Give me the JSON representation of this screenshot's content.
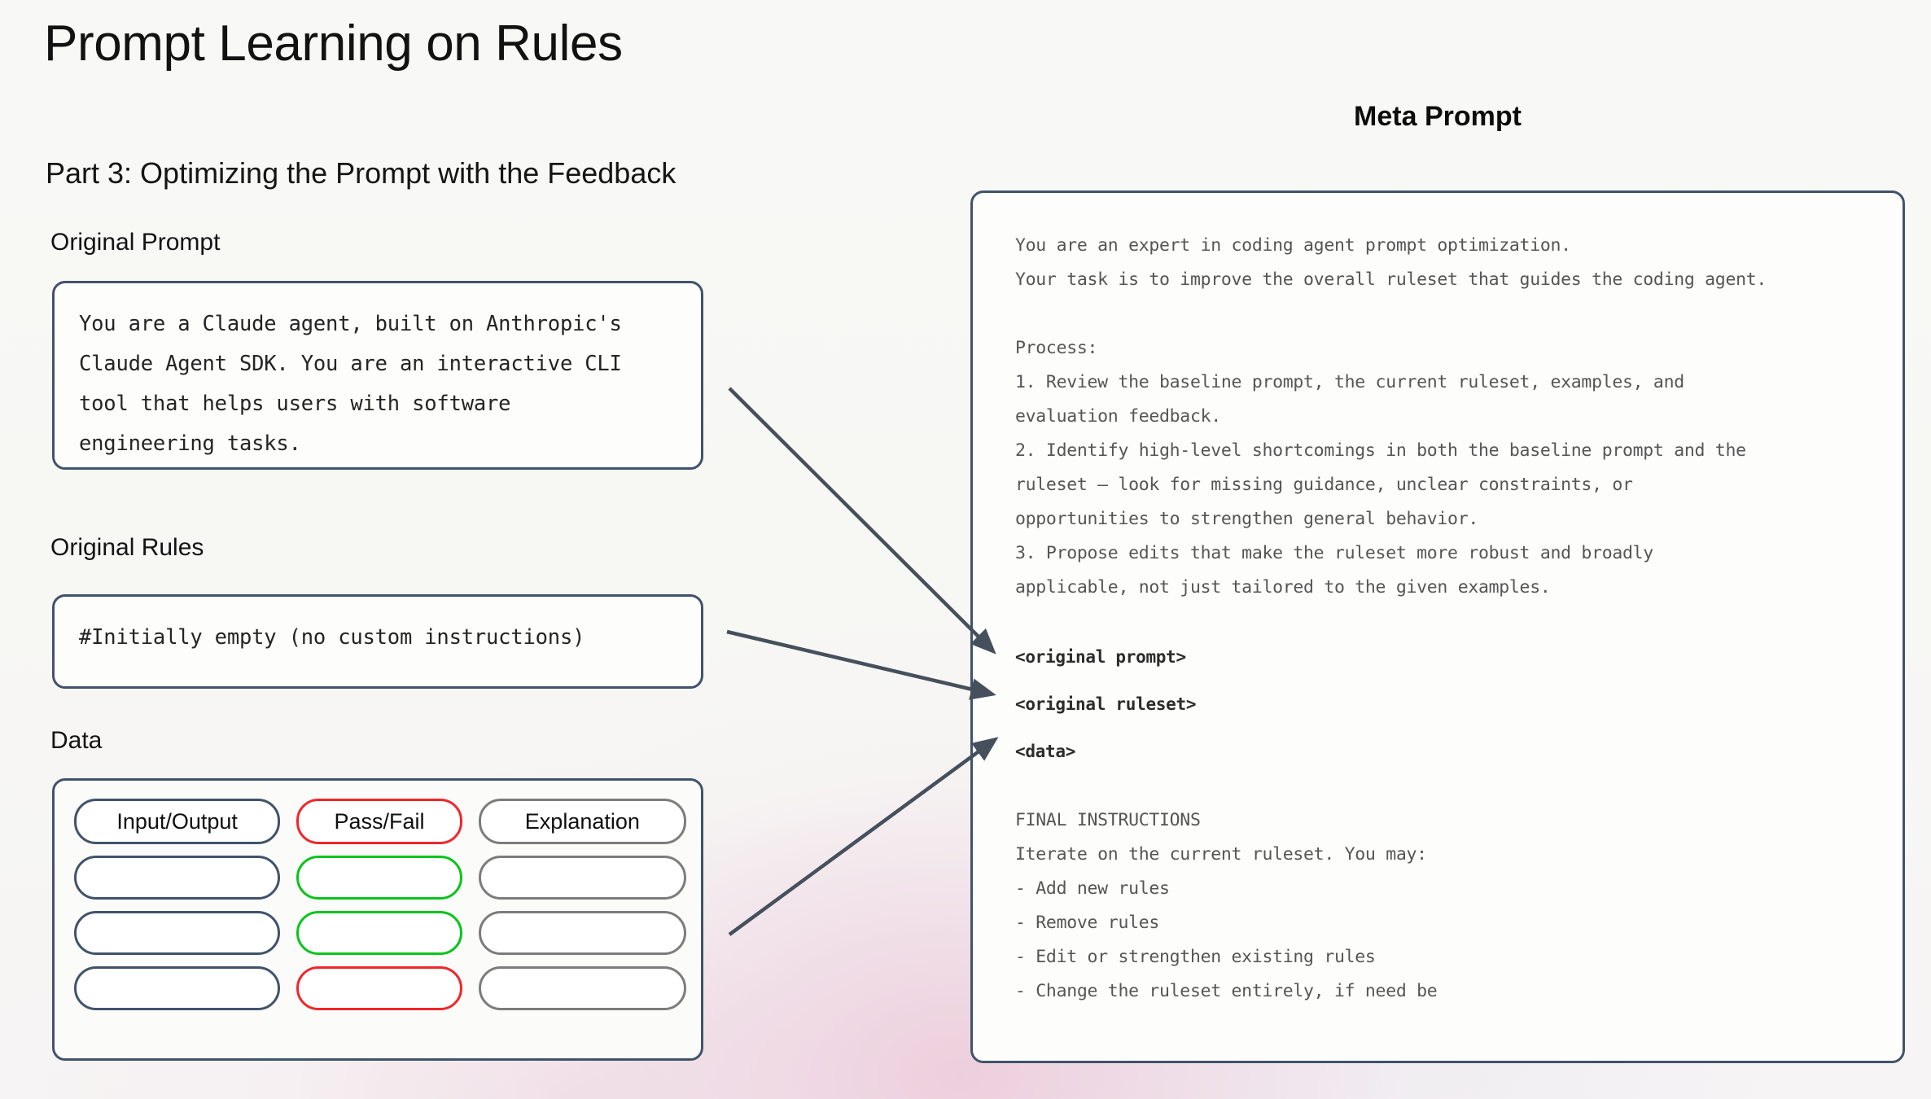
{
  "page": {
    "title": "Prompt Learning on Rules",
    "subtitle": "Part 3: Optimizing the Prompt with the Feedback"
  },
  "left_column": {
    "original_prompt": {
      "label": "Original Prompt",
      "text": "You are a Claude agent, built on Anthropic's\nClaude Agent SDK. You are an interactive CLI\ntool that helps users with software\nengineering tasks."
    },
    "original_rules": {
      "label": "Original Rules",
      "text": "#Initially empty (no custom instructions)"
    },
    "data": {
      "label": "Data",
      "columns": [
        "Input/Output",
        "Pass/Fail",
        "Explanation"
      ],
      "header_border_colors": [
        "#41536b",
        "#f0262a",
        "#7c7c7c"
      ],
      "rows": [
        {
          "cells": [
            "",
            "",
            ""
          ],
          "border_colors": [
            "#41536b",
            "#09c41c",
            "#7c7c7c"
          ]
        },
        {
          "cells": [
            "",
            "",
            ""
          ],
          "border_colors": [
            "#41536b",
            "#09c41c",
            "#7c7c7c"
          ]
        },
        {
          "cells": [
            "",
            "",
            ""
          ],
          "border_colors": [
            "#41536b",
            "#f0262a",
            "#7c7c7c"
          ]
        }
      ]
    }
  },
  "meta_prompt": {
    "title": "Meta Prompt",
    "lines": [
      "You are an expert in coding agent prompt optimization.",
      "Your task is to improve the overall ruleset that guides the coding agent.",
      "",
      "",
      "Process:",
      "1. Review the baseline prompt, the current ruleset, examples, and",
      "evaluation feedback.",
      "2. Identify high-level shortcomings in both the baseline prompt and the",
      "ruleset — look for missing guidance, unclear constraints, or",
      "opportunities to strengthen general behavior.",
      "3. Propose edits that make the ruleset more robust and broadly",
      "applicable, not just tailored to the given examples."
    ],
    "tags": [
      "<original prompt>",
      "<original ruleset>",
      "<data>"
    ],
    "final_instructions": {
      "heading": "FINAL INSTRUCTIONS",
      "intro": "Iterate on the current ruleset. You may:",
      "bullets": [
        "- Add new rules",
        "- Remove rules",
        "- Edit or strengthen existing rules",
        "- Change the ruleset entirely, if need be"
      ]
    }
  },
  "arrows": [
    {
      "name": "original-prompt-to-tag",
      "from": "original-prompt-box",
      "to": "<original prompt>"
    },
    {
      "name": "original-rules-to-tag",
      "from": "original-rules-box",
      "to": "<original ruleset>"
    },
    {
      "name": "data-to-tag",
      "from": "data-box",
      "to": "<data>"
    }
  ],
  "colors": {
    "box_border": "#41536b",
    "pass": "#09c41c",
    "fail": "#f0262a",
    "neutral": "#7c7c7c",
    "arrow": "#46505c",
    "background": "#f7f7f4"
  }
}
